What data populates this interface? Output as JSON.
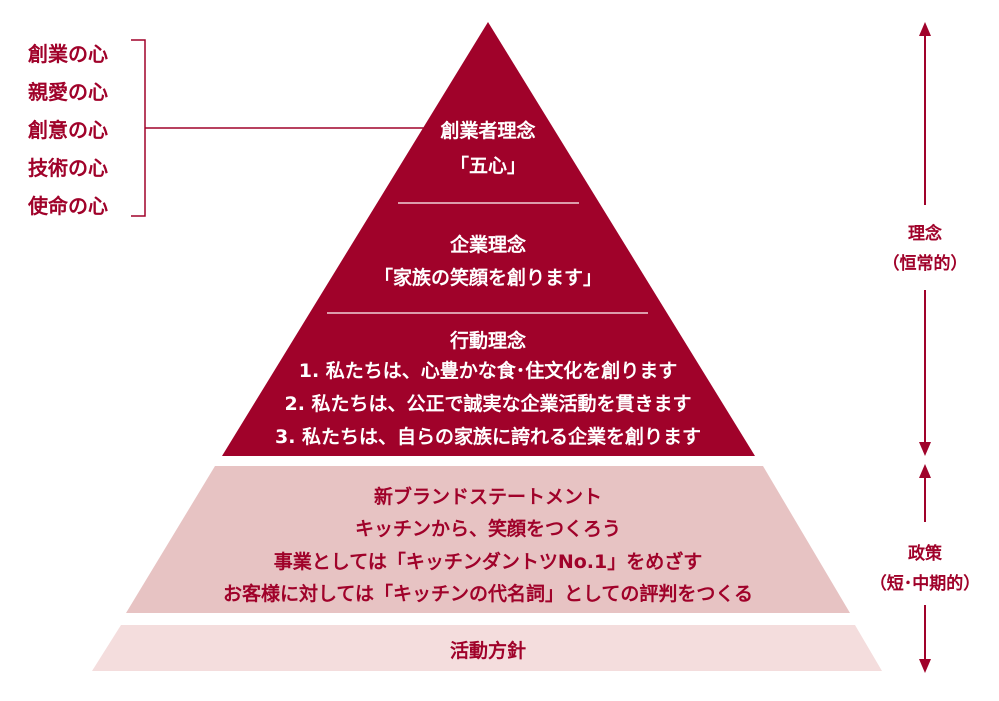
{
  "colors": {
    "primary": "#a0022a",
    "mid": "#e7c3c3",
    "light": "#f4dddd",
    "divider": "#f0d0d6"
  },
  "five_hearts": [
    "創業の心",
    "親愛の心",
    "創意の心",
    "技術の心",
    "使命の心"
  ],
  "founder": {
    "title": "創業者理念",
    "subtitle": "「五心」"
  },
  "corporate": {
    "title": "企業理念",
    "subtitle": "「家族の笑顔を創ります」"
  },
  "action": {
    "title": "行動理念",
    "items": [
      "1. 私たちは、心豊かな食･住文化を創ります",
      "2. 私たちは、公正で誠実な企業活動を貫きます",
      "3. 私たちは、自らの家族に誇れる企業を創ります"
    ]
  },
  "brand": {
    "lines": [
      "新ブランドステートメント",
      "キッチンから、笑顔をつくろう",
      "事業としては「キッチンダントツNo.1」をめざす",
      "お客様に対しては「キッチンの代名詞」としての評判をつくる"
    ]
  },
  "activity": {
    "label": "活動方針"
  },
  "side": {
    "philosophy": {
      "label": "理念",
      "sub": "（恒常的）"
    },
    "policy": {
      "label": "政策",
      "sub": "（短･中期的）"
    }
  }
}
